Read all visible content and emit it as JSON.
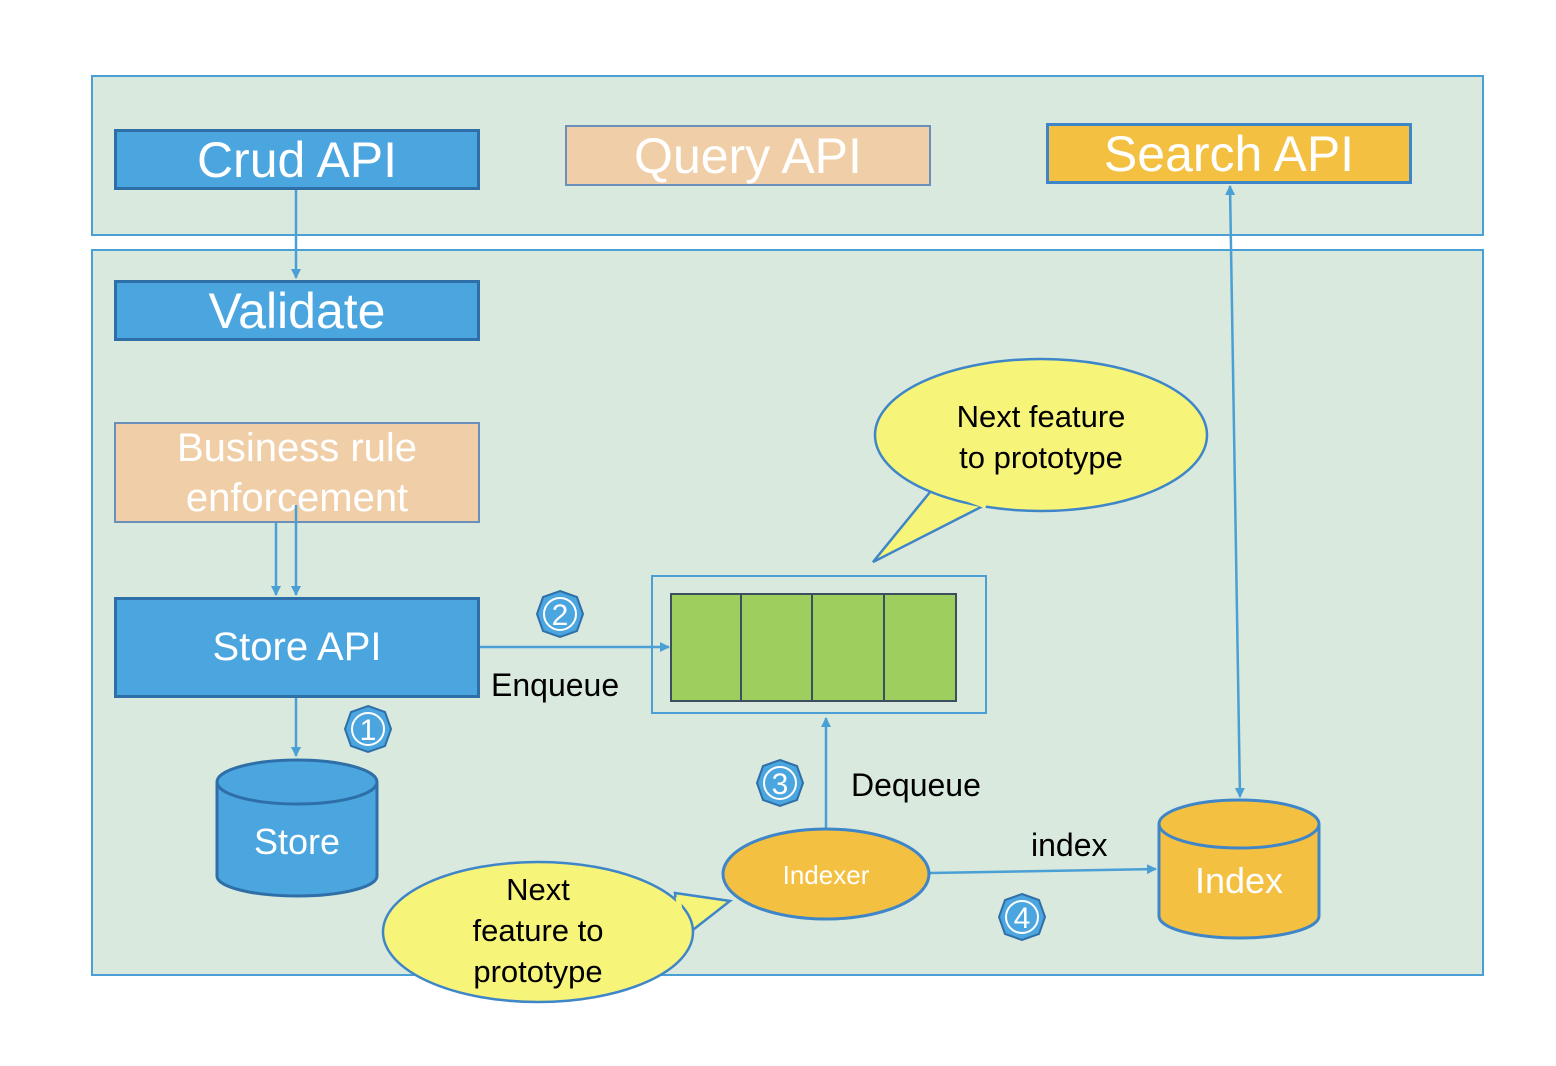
{
  "top_layer": {
    "crud_api": "Crud API",
    "query_api": "Query API",
    "search_api": "Search API"
  },
  "service_layer": {
    "validate": "Validate",
    "business_rule": [
      "Business rule",
      "enforcement"
    ],
    "store_api": "Store API",
    "store": "Store",
    "enqueue": "Enqueue",
    "dequeue": "Dequeue",
    "indexer": "Indexer",
    "index_label": "index",
    "index_db": "Index"
  },
  "steps": [
    "1",
    "2",
    "3",
    "4"
  ],
  "callouts": {
    "queue_note": [
      "Next feature",
      "to prototype"
    ],
    "indexer_note": [
      "Next",
      "feature to",
      "prototype"
    ]
  },
  "colors": {
    "panel": "#d9e9de",
    "blue_box": "#4ba6e0",
    "tan_box": "#f0cfa8",
    "amber": "#f4c042",
    "queue_cell": "#9ecf5e",
    "callout": "#f7f47a",
    "arrow": "#4a9fd4"
  }
}
